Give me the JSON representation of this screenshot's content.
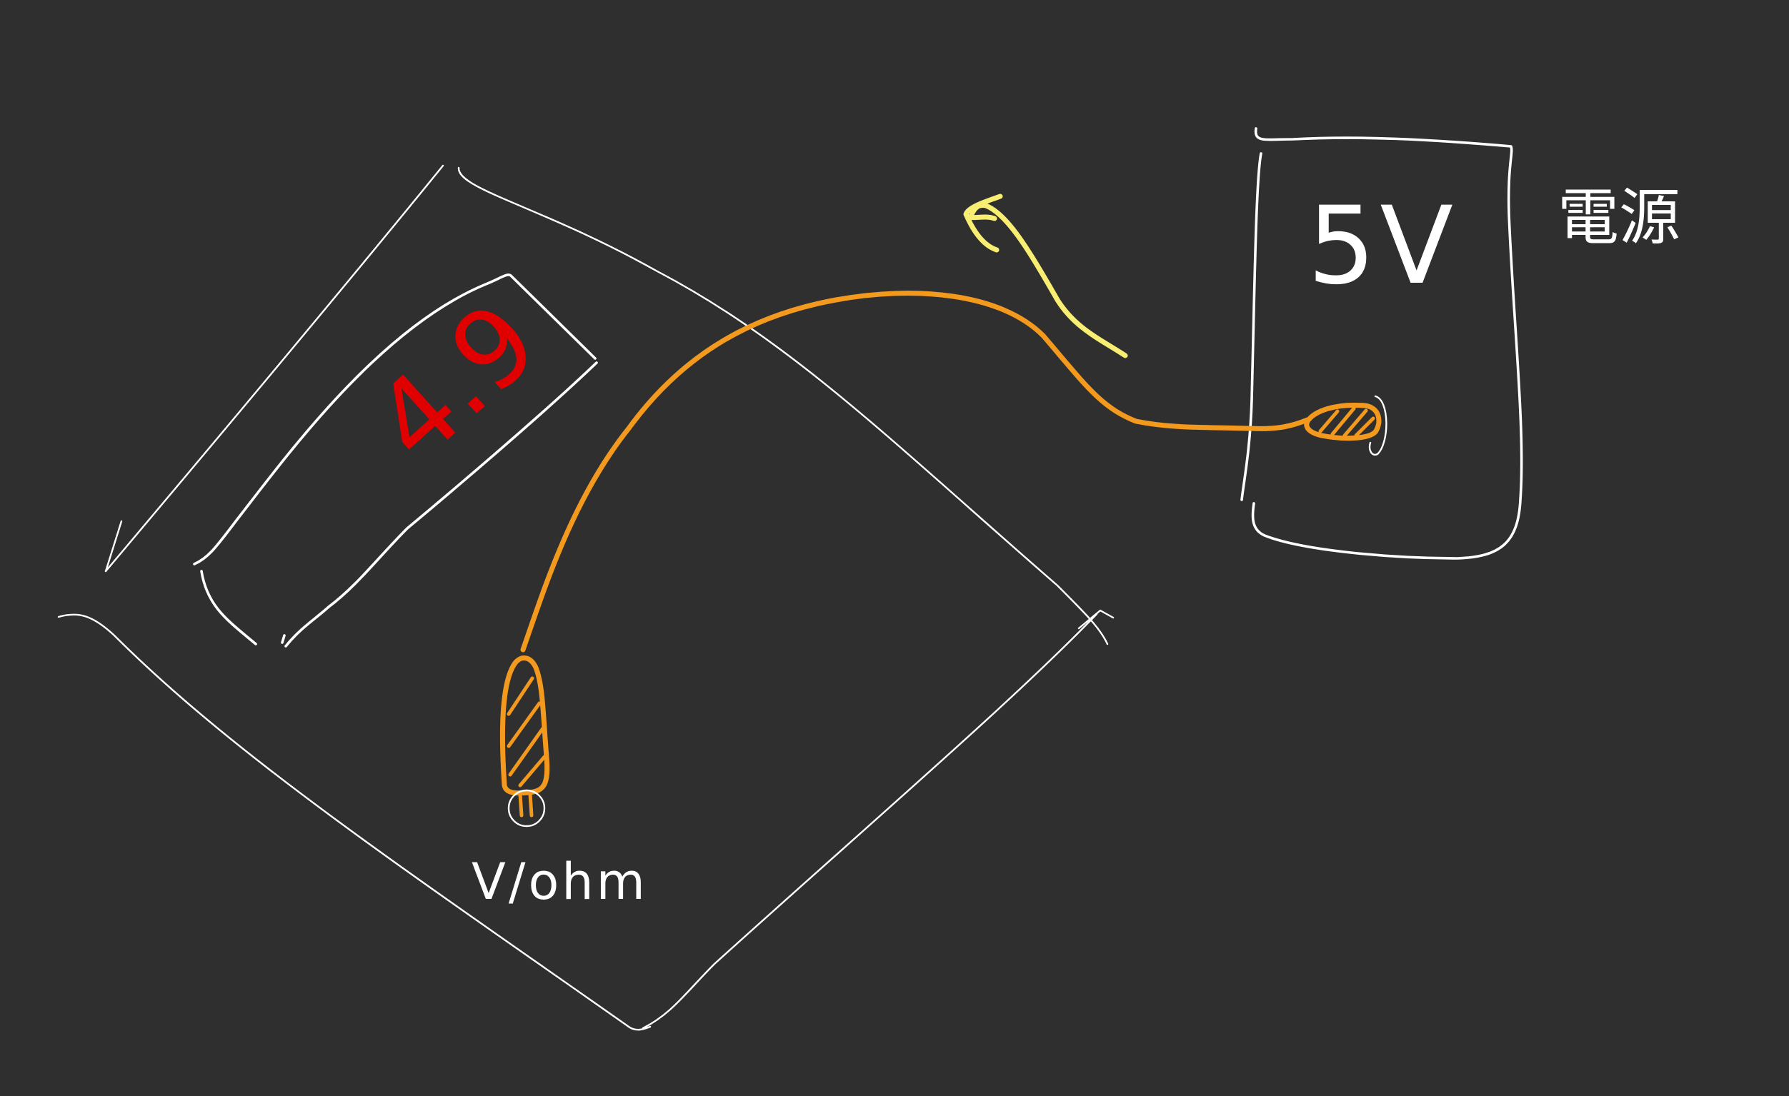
{
  "diagram": {
    "background_color": "#2f2f2f",
    "stroke_color": "#ffffff",
    "cable_color": "#f39a1e",
    "arrow_color": "#f8ee72",
    "reading_color": "#e00000"
  },
  "labels": {
    "source_voltage": "5V",
    "source_name": "電源",
    "meter_reading": "4.9",
    "jack_label": "V/ohm"
  }
}
